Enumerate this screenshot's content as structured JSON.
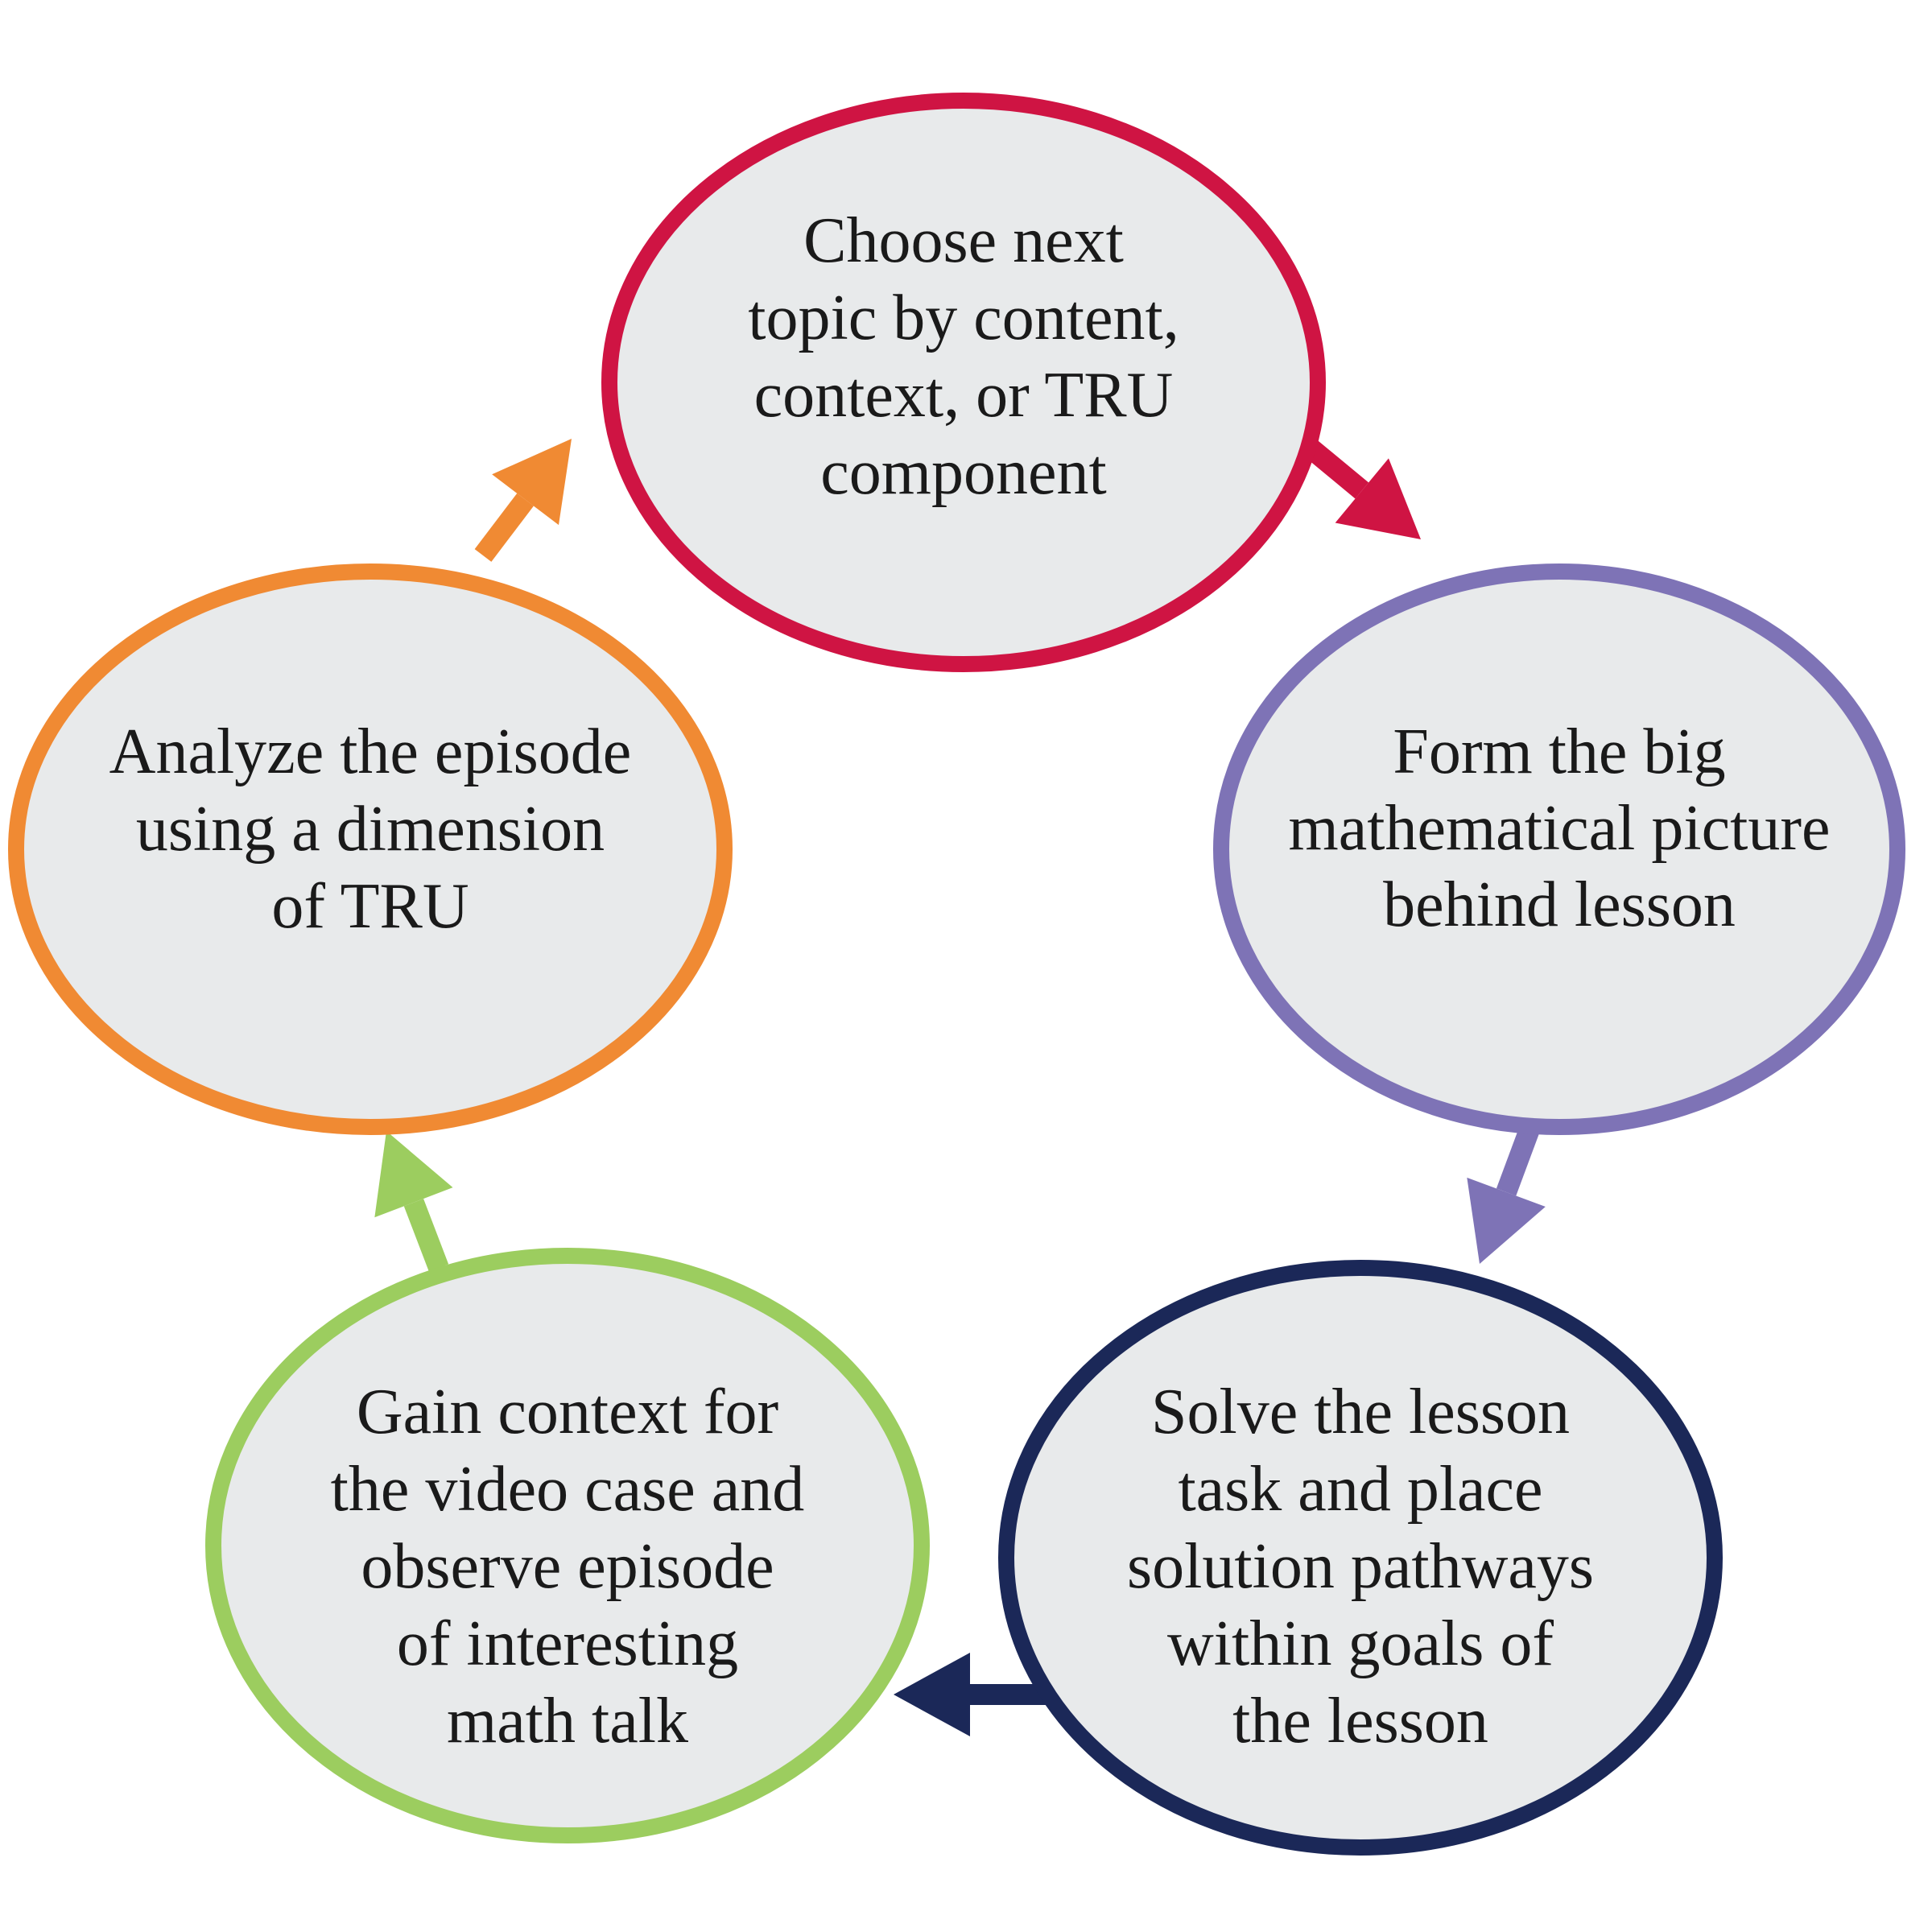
{
  "diagram": {
    "type": "cycle",
    "nodes": [
      {
        "id": "choose-topic",
        "lines": [
          "Choose next",
          "topic by content,",
          "context, or TRU",
          "component"
        ],
        "color": "#cf1443"
      },
      {
        "id": "form-big-picture",
        "lines": [
          "Form the big",
          "mathematical picture",
          "behind lesson"
        ],
        "color": "#7e73b6"
      },
      {
        "id": "solve-lesson-task",
        "lines": [
          "Solve the lesson",
          "task and place",
          "solution pathways",
          "within goals of",
          "the lesson"
        ],
        "color": "#1b2858"
      },
      {
        "id": "gain-context",
        "lines": [
          "Gain context for",
          "the video case and",
          "observe episode",
          "of interesting",
          "math talk"
        ],
        "color": "#9ccd5f"
      },
      {
        "id": "analyze-episode",
        "lines": [
          "Analyze the episode",
          "using a dimension",
          "of TRU"
        ],
        "color": "#f08a33"
      }
    ],
    "arrows": [
      {
        "from": "choose-topic",
        "to": "form-big-picture",
        "color": "#cf1443"
      },
      {
        "from": "form-big-picture",
        "to": "solve-lesson-task",
        "color": "#7e73b6"
      },
      {
        "from": "solve-lesson-task",
        "to": "gain-context",
        "color": "#1b2858"
      },
      {
        "from": "gain-context",
        "to": "analyze-episode",
        "color": "#9ccd5f"
      },
      {
        "from": "analyze-episode",
        "to": "choose-topic",
        "color": "#f08a33"
      }
    ]
  }
}
